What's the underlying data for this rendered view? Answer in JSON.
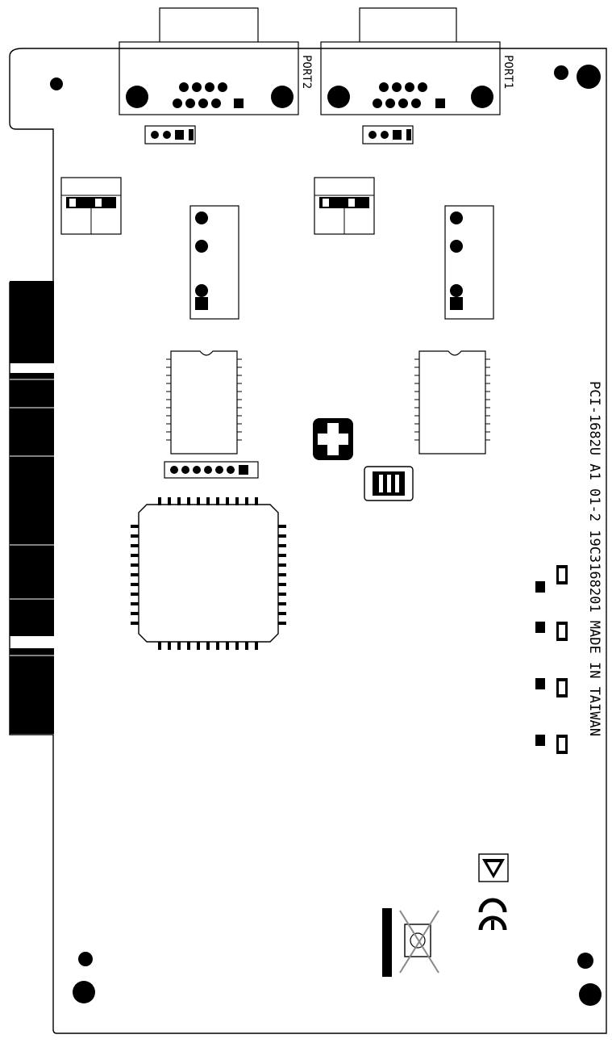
{
  "board": {
    "silkscreen": "PCI-1682U A1 01-2   19C3168201 MADE IN TAIWAN",
    "port1_label": "PORT1",
    "port2_label": "PORT2"
  },
  "colors": {
    "ink": "#000000",
    "board": "#ffffff",
    "cross": "#888888"
  },
  "icons": {
    "esd": "esd-warning-icon",
    "ce": "ce-mark-icon",
    "weee": "weee-crossed-bin-icon"
  }
}
